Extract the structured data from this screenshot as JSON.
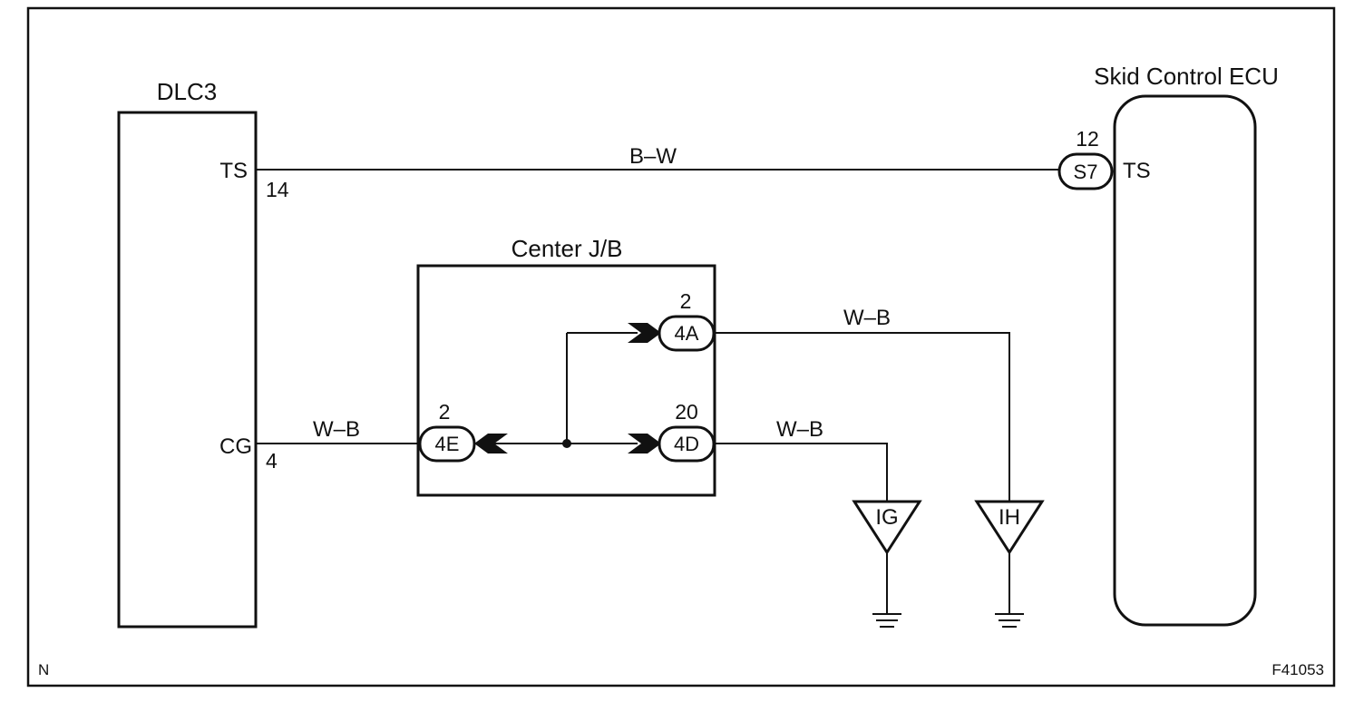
{
  "dlc3": {
    "title": "DLC3",
    "ts_label": "TS",
    "ts_pin": "14",
    "cg_label": "CG",
    "cg_pin": "4"
  },
  "ecu": {
    "title": "Skid Control ECU",
    "ts_label": "TS",
    "connector": "S7",
    "pin": "12"
  },
  "junction_block": {
    "title": "Center J/B",
    "connectors": [
      {
        "id": "4E",
        "pin": "2"
      },
      {
        "id": "4A",
        "pin": "2"
      },
      {
        "id": "4D",
        "pin": "20"
      }
    ]
  },
  "wires": {
    "ts_wire": "B–W",
    "cg_wire": "W–B",
    "a_wire": "W–B",
    "d_wire": "W–B"
  },
  "grounds": {
    "ig": "IG",
    "ih": "IH"
  },
  "footer": {
    "left": "N",
    "right": "F41053"
  }
}
